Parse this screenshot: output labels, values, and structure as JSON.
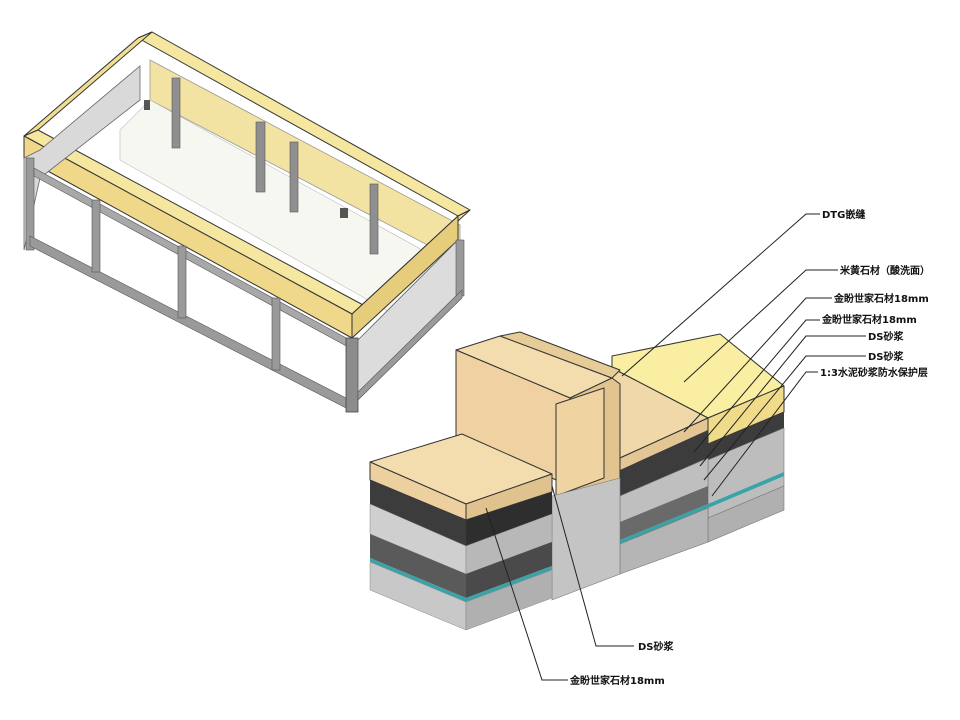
{
  "labels": {
    "dtg": "DTG嵌缝",
    "beige_stone": "米黄石材（酸洗面）",
    "jinfen_top": "金盼世家石材18mm",
    "jinfen_mid": "金盼世家石材18mm",
    "ds_mortar_1": "DS砂浆",
    "ds_mortar_2": "DS砂浆",
    "waterproof": "1:3水泥砂浆防水保护层",
    "ds_mortar_bottom": "DS砂浆",
    "jinfen_bottom": "金盼世家石材18mm"
  },
  "colors": {
    "frame_yellow": "#f6e7a0",
    "frame_yellow_dark": "#d8c47a",
    "frame_grey": "#a3a3a3",
    "frame_grey_dark": "#6f6f6f",
    "beige": "#f3dcae",
    "beige_side": "#e3c693",
    "yellow_top": "#faeea2",
    "yellow_side": "#efdb8a",
    "black_layer": "#3c3c3c",
    "grey_light": "#c9c9c9",
    "grey_mid": "#a2a2a2",
    "grey_dark": "#5a5a5a",
    "waterproof_line": "#3aa3a8"
  }
}
